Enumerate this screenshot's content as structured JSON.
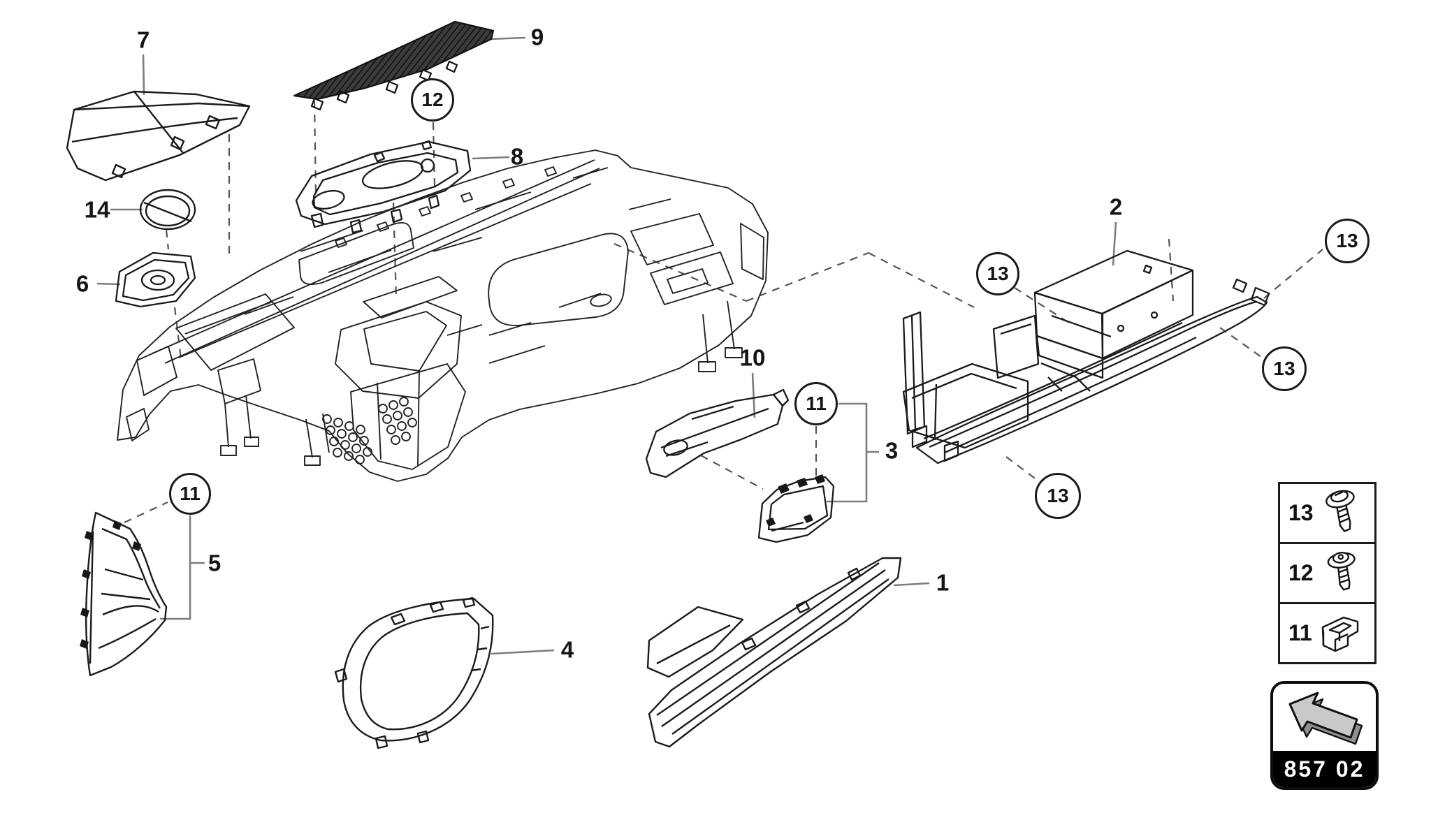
{
  "page_tab": {
    "code": "857 02",
    "arrow_icon": "up-left-block-arrow-icon"
  },
  "callout_labels": {
    "p1": "1",
    "p2": "2",
    "p3": "3",
    "p4": "4",
    "p5": "5",
    "p6": "6",
    "p7": "7",
    "p8": "8",
    "p9": "9",
    "p10": "10",
    "p14": "14"
  },
  "balloon_labels": {
    "b11": "11",
    "b12": "12",
    "b13": "13"
  },
  "parts_legend": {
    "rows": [
      {
        "number": "13",
        "icon": "flanged-screw-icon"
      },
      {
        "number": "12",
        "icon": "flanged-screw-icon"
      },
      {
        "number": "11",
        "icon": "retaining-clip-icon"
      }
    ]
  }
}
